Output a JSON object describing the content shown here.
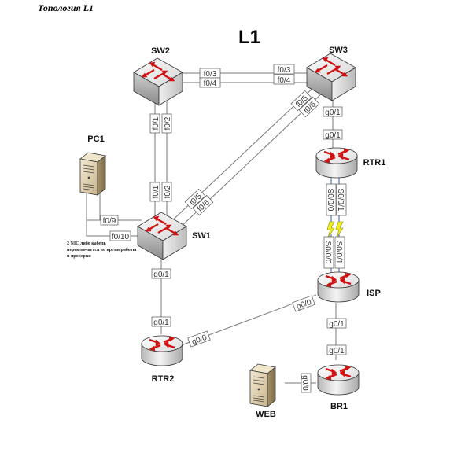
{
  "document": {
    "heading": "Топология L1",
    "diagram_title": "L1",
    "note": "2 NIC либо кабель переключается во время работы и проверки"
  },
  "devices": {
    "sw1": {
      "label": "SW1",
      "type": "switch"
    },
    "sw2": {
      "label": "SW2",
      "type": "switch"
    },
    "sw3": {
      "label": "SW3",
      "type": "switch"
    },
    "rtr1": {
      "label": "RTR1",
      "type": "router"
    },
    "rtr2": {
      "label": "RTR2",
      "type": "router"
    },
    "isp": {
      "label": "ISP",
      "type": "router"
    },
    "br1": {
      "label": "BR1",
      "type": "router"
    },
    "pc1": {
      "label": "PC1",
      "type": "server"
    },
    "web": {
      "label": "WEB",
      "type": "server"
    }
  },
  "links": [
    {
      "from": "SW2",
      "from_port": "f0/3",
      "to": "SW3",
      "to_port": "f0/3"
    },
    {
      "from": "SW2",
      "from_port": "f0/4",
      "to": "SW3",
      "to_port": "f0/4"
    },
    {
      "from": "SW2",
      "from_port": "f0/1",
      "to": "SW1",
      "to_port": "f0/1"
    },
    {
      "from": "SW2",
      "from_port": "f0/2",
      "to": "SW1",
      "to_port": "f0/2"
    },
    {
      "from": "SW3",
      "from_port": "f0/5",
      "to": "SW1",
      "to_port": "f0/5"
    },
    {
      "from": "SW3",
      "from_port": "f0/6",
      "to": "SW1",
      "to_port": "f0/6"
    },
    {
      "from": "SW3",
      "from_port": "g0/1",
      "to": "RTR1",
      "to_port": "g0/1"
    },
    {
      "from": "RTR1",
      "from_port": "S0/0/0",
      "to": "ISP",
      "to_port": "S0/0/0",
      "kind": "serial"
    },
    {
      "from": "RTR1",
      "from_port": "S0/0/1",
      "to": "ISP",
      "to_port": "S0/0/1",
      "kind": "serial"
    },
    {
      "from": "PC1",
      "from_port": "",
      "to": "SW1",
      "to_port": "f0/9"
    },
    {
      "from": "PC1",
      "from_port": "",
      "to": "SW1",
      "to_port": "f0/10"
    },
    {
      "from": "SW1",
      "from_port": "g0/1",
      "to": "RTR2",
      "to_port": "g0/1"
    },
    {
      "from": "RTR2",
      "from_port": "g0/0",
      "to": "ISP",
      "to_port": "g0/0"
    },
    {
      "from": "ISP",
      "from_port": "g0/1",
      "to": "BR1",
      "to_port": "g0/1"
    },
    {
      "from": "WEB",
      "from_port": "",
      "to": "BR1",
      "to_port": "g0/0"
    }
  ],
  "ports": {
    "sw2_f03": "f0/3",
    "sw2_f04": "f0/4",
    "sw3_f03": "f0/3",
    "sw3_f04": "f0/4",
    "sw2_f01": "f0/1",
    "sw2_f02": "f0/2",
    "sw1_f01": "f0/1",
    "sw1_f02": "f0/2",
    "sw3_f05": "f0/5",
    "sw3_f06": "f0/6",
    "sw1_f05": "f0/5",
    "sw1_f06": "f0/6",
    "sw3_g01": "g0/1",
    "rtr1_g01": "g0/1",
    "rtr1_s000": "S0/0/0",
    "rtr1_s001": "S0/0/1",
    "isp_s000": "S0/0/0",
    "isp_s001": "S0/0/1",
    "sw1_f09": "f0/9",
    "sw1_f010": "f0/10",
    "sw1_g01": "g0/1",
    "rtr2_g01": "g0/1",
    "rtr2_g00": "g0/0",
    "isp_g00": "g0/0",
    "isp_g01": "g0/1",
    "br1_g01": "g0/1",
    "br1_g00": "g0/0"
  },
  "colors": {
    "arrow_red": "#e01010",
    "link_gray": "#777777",
    "serial_blue": "#3a5a9a",
    "lightning_yellow": "#f2f21a"
  }
}
